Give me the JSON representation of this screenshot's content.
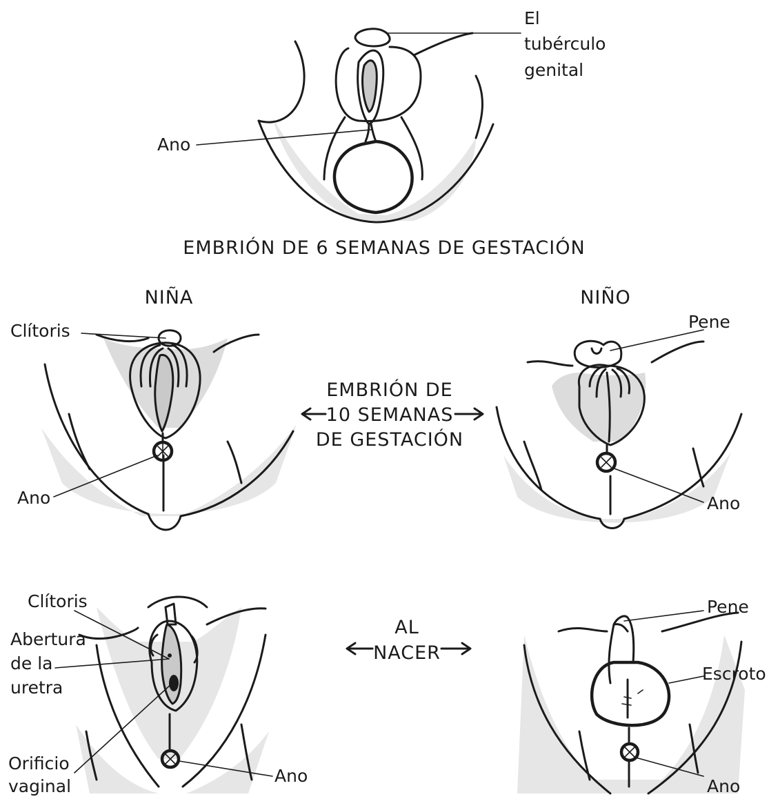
{
  "top": {
    "label_tubercle_line1": "El",
    "label_tubercle_line2": "tubérculo",
    "label_tubercle_line3": "genital",
    "label_anus": "Ano",
    "caption": "EMBRIÓN DE 6 SEMANAS DE GESTACIÓN"
  },
  "middle": {
    "girl_title": "NIÑA",
    "boy_title": "NIÑO",
    "girl_clitoris": "Clítoris",
    "girl_anus": "Ano",
    "boy_penis": "Pene",
    "boy_anus": "Ano",
    "caption_line1": "EMBRIÓN DE",
    "caption_line2": "10 SEMANAS",
    "caption_line3": "DE GESTACIÓN"
  },
  "bottom": {
    "girl_clitoris": "Clítoris",
    "girl_urethra_line1": "Abertura",
    "girl_urethra_line2": "de la",
    "girl_urethra_line3": "uretra",
    "girl_vaginal_line1": "Orificio",
    "girl_vaginal_line2": "vaginal",
    "girl_anus": "Ano",
    "boy_penis": "Pene",
    "boy_scrotum": "Escroto",
    "boy_anus": "Ano",
    "caption_line1": "AL",
    "caption_line2": "NACER"
  }
}
